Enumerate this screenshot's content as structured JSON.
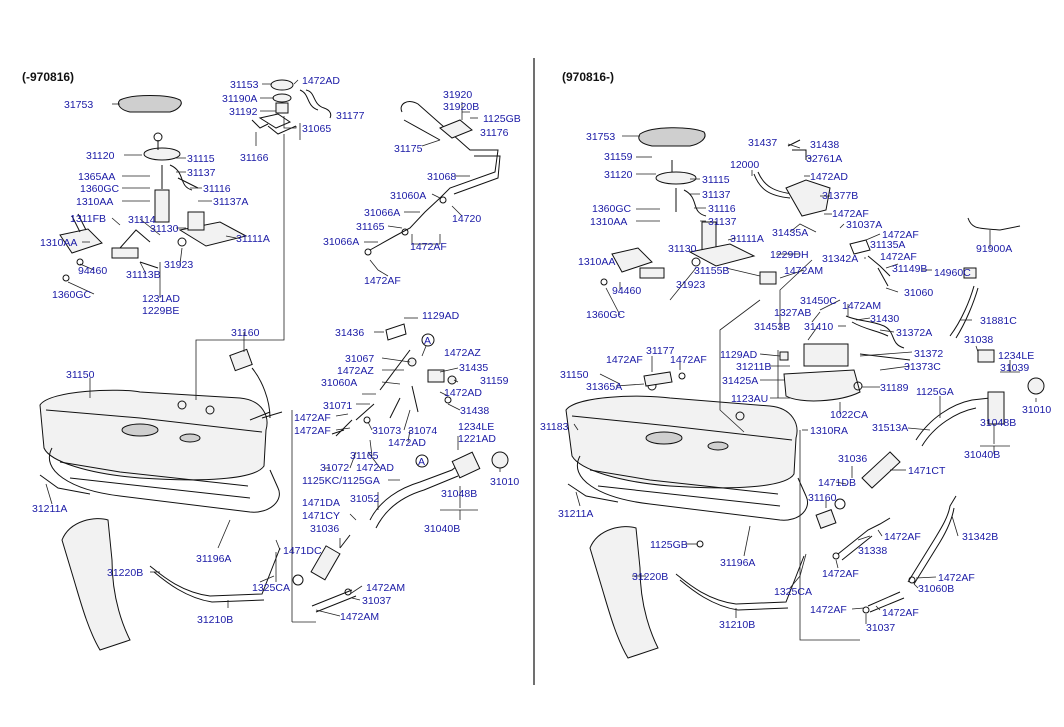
{
  "left_panel": {
    "header": "(-970816)",
    "labels": [
      "31753",
      "31153",
      "1472AD",
      "31190A",
      "31192",
      "31177",
      "31065",
      "31166",
      "31920",
      "31920B",
      "1125GB",
      "31176",
      "31175",
      "31068",
      "31060A",
      "14720",
      "31066A",
      "31165",
      "31066A",
      "1472AF",
      "1472AF",
      "31120",
      "31115",
      "31137",
      "31116",
      "31137A",
      "1365AA",
      "1360GC",
      "1310AA",
      "1311FB",
      "31114",
      "31130",
      "31111A",
      "1310AA",
      "94460",
      "31113B",
      "31923",
      "1360GC",
      "1231AD",
      "1229BE",
      "1129AD",
      "31436",
      "31160",
      "1472AZ",
      "31067",
      "1472AZ",
      "31435",
      "31060A",
      "31159",
      "1472AD",
      "31071",
      "31438",
      "1472AF",
      "1472AF",
      "31073",
      "31074",
      "1472AD",
      "1234LE",
      "1221AD",
      "31072",
      "1472AD",
      "31165",
      "1125KC/1125GA",
      "31010",
      "31048B",
      "1471DA",
      "1471CY",
      "31052",
      "31040B",
      "31036",
      "31150",
      "31211A",
      "31196A",
      "1471DC",
      "31220B",
      "1325CA",
      "1472AM",
      "31037",
      "31210B",
      "1472AM"
    ],
    "callouts": [
      "A",
      "A"
    ]
  },
  "right_panel": {
    "header": "(970816-)",
    "labels": [
      "31437",
      "31438",
      "31753",
      "32761A",
      "31159",
      "12000",
      "1472AD",
      "31120",
      "31115",
      "31377B",
      "31137",
      "1360GC",
      "31116",
      "1472AF",
      "1310AA",
      "31137",
      "31037A",
      "1472AF",
      "31111A",
      "31435A",
      "31135A",
      "91900A",
      "1310AA",
      "1229DH",
      "31342A",
      "1472AF",
      "31130",
      "31155B",
      "1472AM",
      "31149B",
      "14960C",
      "94460",
      "31923",
      "31450C",
      "1472AM",
      "31060",
      "1360GC",
      "1327AB",
      "31430",
      "31881C",
      "31453B",
      "31410",
      "31372A",
      "31177",
      "31038",
      "1472AF",
      "1472AF",
      "1129AD",
      "31372",
      "1234LE",
      "31211B",
      "31373C",
      "31039",
      "31150",
      "31365A",
      "31425A",
      "31189",
      "1123AU",
      "1125GA",
      "31010",
      "31183",
      "1022CA",
      "31513A",
      "31048B",
      "1310RA",
      "31036",
      "1471CT",
      "31040B",
      "1471DB",
      "31160",
      "31211A",
      "1125GB",
      "31338",
      "1472AF",
      "31342B",
      "31196A",
      "1472AF",
      "31220B",
      "1472AF",
      "1325CA",
      "31060B",
      "1472AF",
      "1472AF",
      "31210B",
      "31037"
    ]
  },
  "colors": {
    "label": "#1a1aa6",
    "line": "#222222",
    "header": "#111111"
  }
}
